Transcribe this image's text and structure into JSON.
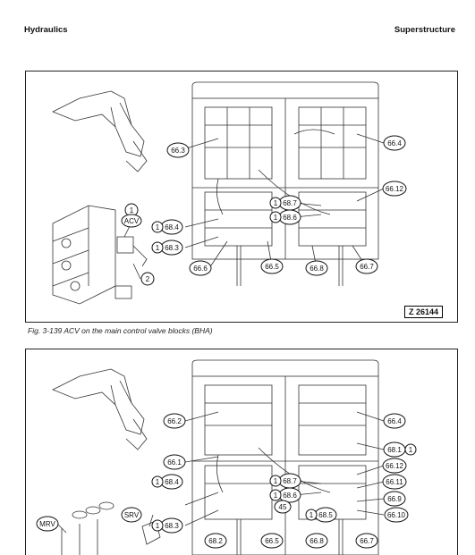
{
  "header": {
    "left": "Hydraulics",
    "right": "Superstructure"
  },
  "figure1": {
    "id": "Z 26144",
    "caption": "Fig. 3-139 ACV on the main control valve blocks (BHA)",
    "labels": {
      "l663": "66.3",
      "l664": "66.4",
      "l6612": "66.12",
      "l687": "68.7",
      "l686": "68.6",
      "l684": "68.4",
      "l683": "68.3",
      "l666": "66.6",
      "l665": "66.5",
      "l668": "66.8",
      "l667": "66.7",
      "n1": "1",
      "n2": "2",
      "acv": "ACV"
    }
  },
  "figure2": {
    "labels": {
      "l662": "66.2",
      "l664": "66.4",
      "l681": "68.1",
      "l661": "66.1",
      "l6612": "66.12",
      "l687": "68.7",
      "l686": "68.6",
      "l6611": "66.11",
      "l684": "68.4",
      "l45": "45",
      "l669": "66.9",
      "l685": "68.5",
      "l6610": "66.10",
      "l683": "68.3",
      "mrv": "MRV",
      "srv": "SRV",
      "l682": "68.2",
      "l665": "66.5",
      "l668": "66.8",
      "l667": "66.7",
      "n1": "1"
    }
  }
}
